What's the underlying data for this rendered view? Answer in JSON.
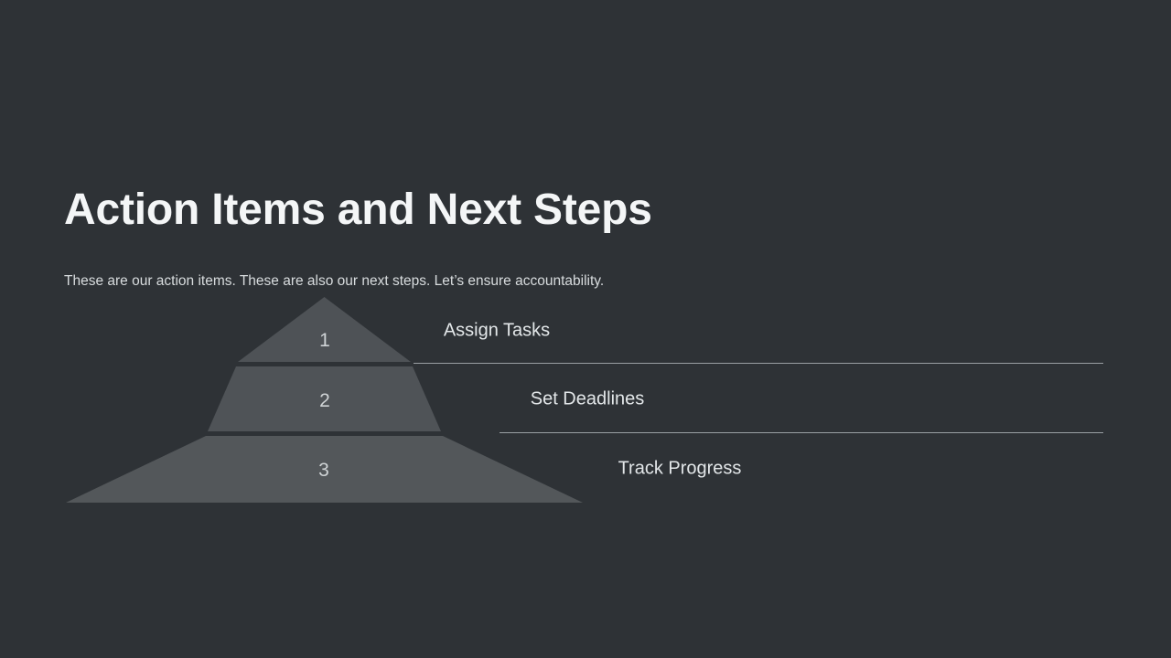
{
  "slide": {
    "title": "Action Items and Next Steps",
    "subtitle": "These are our action items. These are also our next steps. Let’s ensure accountability.",
    "background_color": "#2e3236",
    "title_color": "#f4f6f7",
    "subtitle_color": "#d8dcde"
  },
  "pyramid": {
    "type": "pyramid",
    "orientation": "apex-top",
    "levels": [
      {
        "number": "1",
        "label": "Assign Tasks",
        "fill_color": "#4e5256"
      },
      {
        "number": "2",
        "label": "Set Deadlines",
        "fill_color": "#4f5357"
      },
      {
        "number": "3",
        "label": "Track Progress",
        "fill_color": "#53575a"
      }
    ],
    "number_color": "#cfd3d5",
    "label_color": "#e3e7e9",
    "connector_color": "#9aa0a4",
    "divider_color": "#2e3236"
  }
}
